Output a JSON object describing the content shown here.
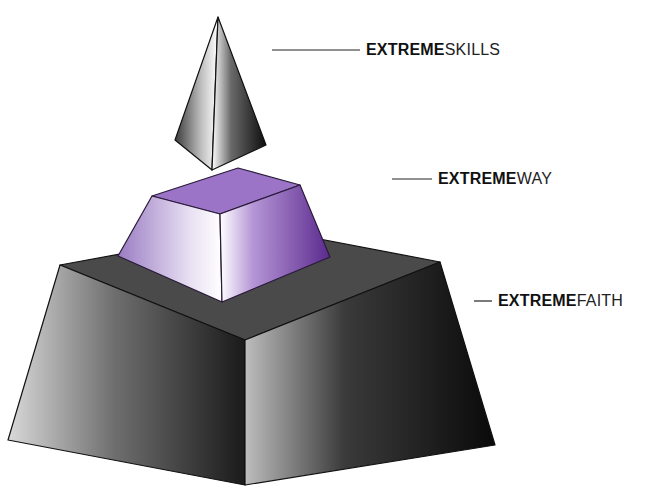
{
  "diagram": {
    "labels": [
      "EXTREME",
      "SKILLS",
      "EXTREME",
      "WAY",
      "EXTREME",
      "FAITH"
    ]
  }
}
